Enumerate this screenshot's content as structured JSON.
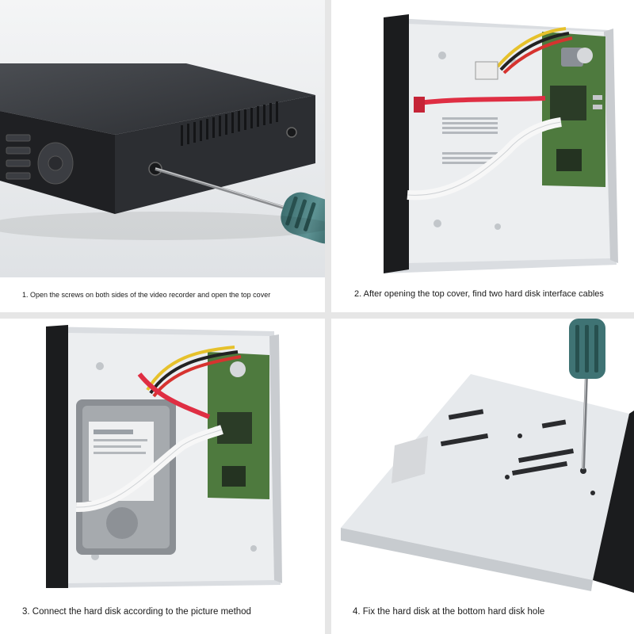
{
  "steps": [
    {
      "caption": "1. Open the screws on both sides of the video recorder and open the top cover"
    },
    {
      "caption": "2. After opening the top cover, find two hard disk interface cables"
    },
    {
      "caption": "3. Connect the hard disk according to the picture method"
    },
    {
      "caption": "4. Fix the hard disk at the bottom hard disk hole"
    }
  ]
}
